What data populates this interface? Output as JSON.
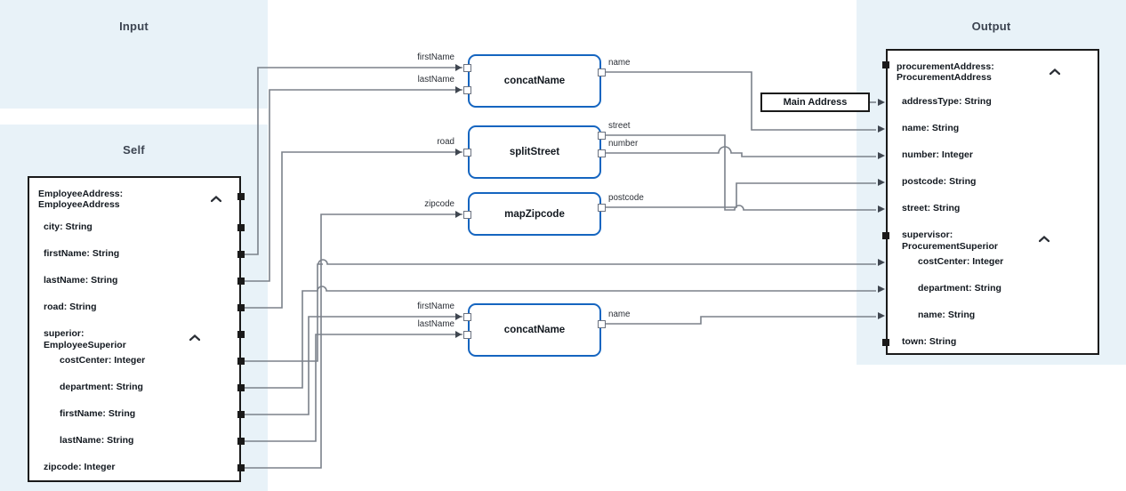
{
  "zones": [
    {
      "id": "input",
      "title": "Input"
    },
    {
      "id": "self",
      "title": "Self"
    },
    {
      "id": "output",
      "title": "Output"
    }
  ],
  "colors": {
    "zone_background": "#e8f2f8",
    "function_border": "#1565c0",
    "schema_border": "#1a1a1a",
    "wire": "#7b818a",
    "text": "#12181f"
  },
  "self_schema": {
    "title": "EmployeeAddress:\nEmployeeAddress",
    "collapse_icon": "chevron-up-icon",
    "fields": [
      {
        "label": "city: String",
        "indent": 1,
        "port": true
      },
      {
        "label": "firstName: String",
        "indent": 1,
        "port": true
      },
      {
        "label": "lastName: String",
        "indent": 1,
        "port": true
      },
      {
        "label": "road: String",
        "indent": 1,
        "port": true
      },
      {
        "label": "superior:\nEmployeeSuperior",
        "indent": 1,
        "port": true,
        "collapse_icon": "chevron-up-icon"
      },
      {
        "label": "costCenter: Integer",
        "indent": 2,
        "port": true
      },
      {
        "label": "department: String",
        "indent": 2,
        "port": true
      },
      {
        "label": "firstName: String",
        "indent": 2,
        "port": true
      },
      {
        "label": "lastName: String",
        "indent": 2,
        "port": true
      },
      {
        "label": "zipcode: Integer",
        "indent": 1,
        "port": true
      }
    ]
  },
  "output_schema": {
    "title": "procurementAddress:\nProcurementAddress",
    "collapse_icon": "chevron-up-icon",
    "fields": [
      {
        "label": "addressType: String",
        "indent": 1,
        "arrow": true
      },
      {
        "label": "name: String",
        "indent": 1,
        "arrow": true
      },
      {
        "label": "number: Integer",
        "indent": 1,
        "arrow": true
      },
      {
        "label": "postcode: String",
        "indent": 1,
        "arrow": true
      },
      {
        "label": "street: String",
        "indent": 1,
        "arrow": true
      },
      {
        "label": "supervisor:\nProcurementSuperior",
        "indent": 1,
        "port": true,
        "collapse_icon": "chevron-up-icon"
      },
      {
        "label": "costCenter: Integer",
        "indent": 2,
        "arrow": true
      },
      {
        "label": "department: String",
        "indent": 2,
        "arrow": true
      },
      {
        "label": "name: String",
        "indent": 2,
        "arrow": true
      },
      {
        "label": "town: String",
        "indent": 1,
        "port": true
      }
    ]
  },
  "functions": [
    {
      "id": "concat-name-1",
      "label": "concatName",
      "inputs": [
        "firstName",
        "lastName"
      ],
      "outputs": [
        "name"
      ]
    },
    {
      "id": "split-street",
      "label": "splitStreet",
      "inputs": [
        "road"
      ],
      "outputs": [
        "street",
        "number"
      ]
    },
    {
      "id": "map-zipcode",
      "label": "mapZipcode",
      "inputs": [
        "zipcode"
      ],
      "outputs": [
        "postcode"
      ]
    },
    {
      "id": "concat-name-2",
      "label": "concatName",
      "inputs": [
        "firstName",
        "lastName"
      ],
      "outputs": [
        "name"
      ]
    }
  ],
  "constants": [
    {
      "id": "main-address",
      "label": "Main Address"
    }
  ]
}
